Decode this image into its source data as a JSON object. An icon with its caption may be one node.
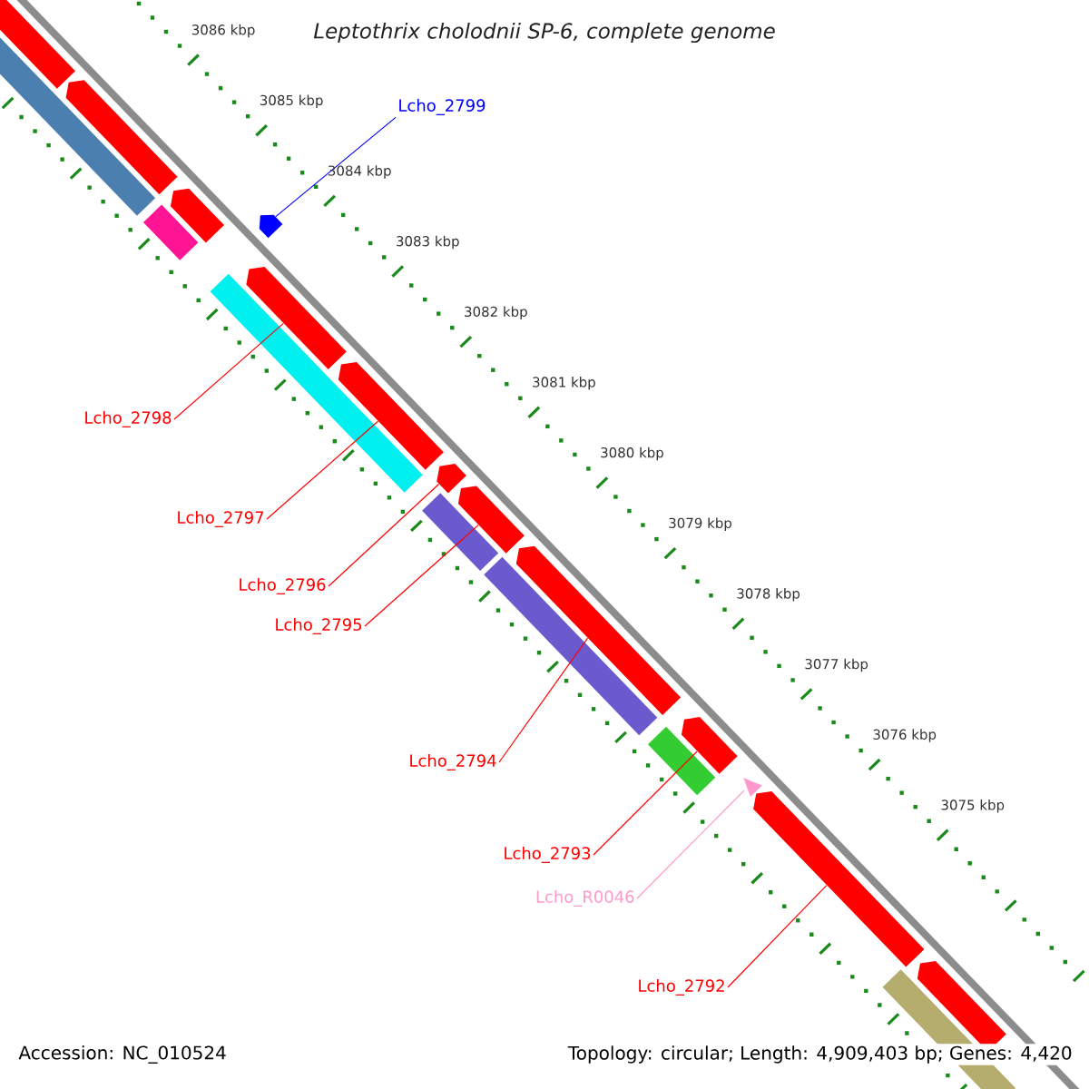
{
  "diagram": {
    "title": "Leptothrix cholodnii SP-6, complete genome",
    "nodes": [
      {
        "text": [
          "Lcho_2799"
        ]
      },
      {
        "text": [
          "Lcho_2798"
        ]
      },
      {
        "text": [
          "Lcho_2797"
        ]
      },
      {
        "text": [
          "Lcho_2796"
        ]
      },
      {
        "text": [
          "Lcho_2795"
        ]
      },
      {
        "text": [
          "Lcho_2794"
        ]
      },
      {
        "text": [
          "Lcho_2793"
        ]
      },
      {
        "text": [
          "Lcho_R0046"
        ]
      },
      {
        "text": [
          "Lcho_2792"
        ]
      },
      {
        "text": [],
        "shape": "pentagon"
      },
      {
        "text": [],
        "shape": "arrow"
      },
      {
        "text": [],
        "shape": "arrow"
      },
      {
        "text": [],
        "shape": "arrow"
      },
      {
        "text": [],
        "shape": "arrow"
      },
      {
        "text": [],
        "shape": "arrow"
      },
      {
        "text": [],
        "shape": "arrow"
      },
      {
        "text": [],
        "shape": "triangle"
      },
      {
        "text": [],
        "shape": "arrow"
      },
      {
        "text": [],
        "shape": "arrow"
      },
      {
        "text": [],
        "shape": "arrow"
      },
      {
        "text": [],
        "shape": "arrow"
      },
      {
        "text": [],
        "shape": "arrow"
      },
      {
        "text": [],
        "shape": "bar"
      },
      {
        "text": [],
        "shape": "bar"
      },
      {
        "text": [],
        "shape": "bar"
      },
      {
        "text": [],
        "shape": "bar"
      },
      {
        "text": [],
        "shape": "bar"
      },
      {
        "text": [],
        "shape": "bar"
      },
      {
        "text": [],
        "shape": "bar"
      }
    ],
    "edges": [
      {
        "from": 0,
        "to": 9,
        "arrow": "none",
        "color": "#0000ff"
      },
      {
        "from": 1,
        "to": 10,
        "arrow": "none"
      },
      {
        "from": 2,
        "to": 11,
        "arrow": "none"
      },
      {
        "from": 3,
        "to": 12,
        "arrow": "none"
      },
      {
        "from": 4,
        "to": 13,
        "arrow": "none"
      },
      {
        "from": 5,
        "to": 14,
        "arrow": "none"
      },
      {
        "from": 6,
        "to": 15,
        "arrow": "none"
      },
      {
        "from": 7,
        "to": 16,
        "arrow": "none",
        "color": "#ff99cc"
      },
      {
        "from": 8,
        "to": 17,
        "arrow": "none"
      }
    ],
    "labels": [
      "3086 kbp",
      "3085 kbp",
      "3084 kbp",
      "3083 kbp",
      "3082 kbp",
      "3081 kbp",
      "3080 kbp",
      "3079 kbp",
      "3078 kbp",
      "3077 kbp",
      "3076 kbp",
      "3075 kbp",
      "Accession: NC_010524",
      "Topology: circular; Length: 4,909,403 bp; Genes: 4,420"
    ]
  }
}
